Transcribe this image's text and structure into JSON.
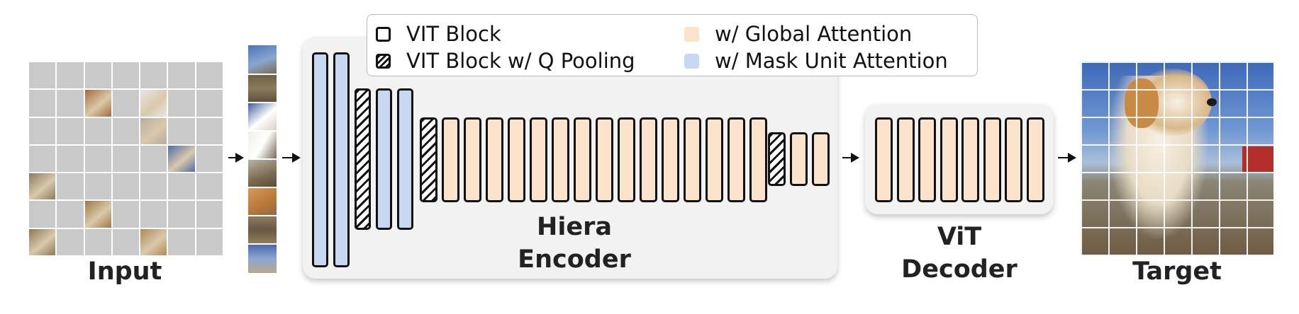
{
  "legend": {
    "items": [
      {
        "label": "VIT Block",
        "swatch": "outline"
      },
      {
        "label": "VIT Block w/ Q Pooling",
        "swatch": "hatch"
      },
      {
        "label": "w/ Global Attention",
        "swatch": "glob"
      },
      {
        "label": "w/ Mask Unit Attention",
        "swatch": "mask"
      }
    ]
  },
  "colors": {
    "global_attention": "#fbe3cc",
    "mask_unit_attention": "#c8d7f2",
    "panel_background": "#f2f2f2",
    "masked_patch": "#c9c9c9"
  },
  "input": {
    "label": "Input",
    "grid_size": 7,
    "visible_patches": [
      [
        1,
        2
      ],
      [
        1,
        4
      ],
      [
        2,
        4
      ],
      [
        3,
        5
      ],
      [
        4,
        0
      ],
      [
        5,
        2
      ],
      [
        6,
        0
      ],
      [
        6,
        4
      ]
    ]
  },
  "encoder": {
    "title_line1": "Hiera",
    "title_line2": "Encoder",
    "stages": [
      {
        "blocks": 2,
        "attention": "mask_unit",
        "q_pooling_first": false
      },
      {
        "blocks": 3,
        "attention": "mask_unit",
        "q_pooling_first": true
      },
      {
        "blocks": 16,
        "attention": "global",
        "q_pooling_first": true
      },
      {
        "blocks": 3,
        "attention": "global",
        "q_pooling_first": true
      }
    ]
  },
  "decoder": {
    "title_line1": "ViT",
    "title_line2": "Decoder",
    "blocks": 8,
    "attention": "global"
  },
  "target": {
    "label": "Target",
    "image_subject": "dog photo"
  }
}
